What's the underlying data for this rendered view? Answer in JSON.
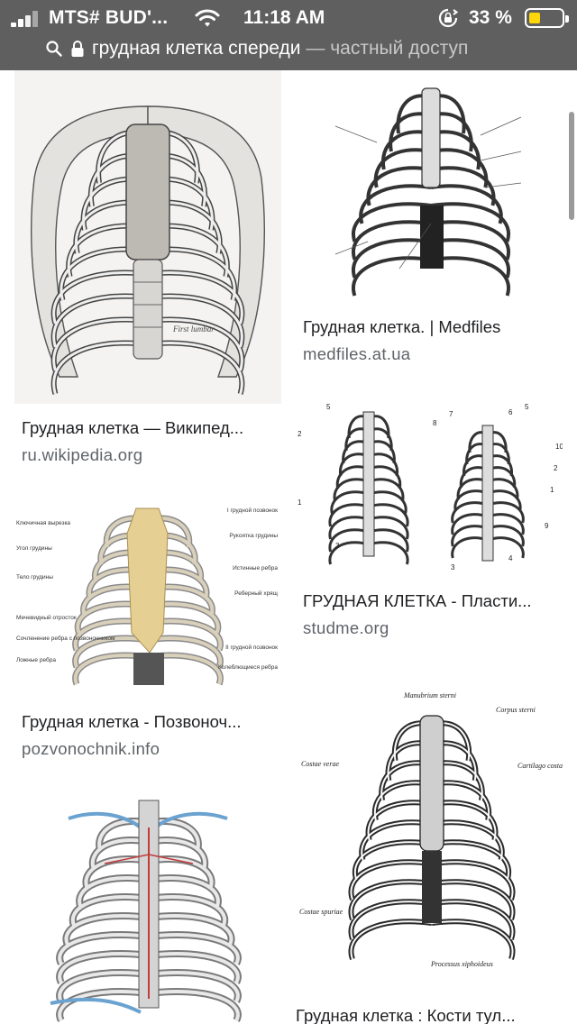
{
  "status_bar": {
    "carrier": "MTS# BUD'...",
    "time": "11:18 AM",
    "battery_percent": "33 %",
    "battery_level": 0.33,
    "icons": [
      "signal-icon",
      "wifi-icon",
      "rotation-lock-icon",
      "battery-icon"
    ]
  },
  "url_bar": {
    "query": "грудная клетка спереди",
    "separator": "—",
    "mode": "частный доступ",
    "icons": [
      "search-icon",
      "lock-icon"
    ]
  },
  "results": [
    {
      "title": "Грудная клетка — Википед...",
      "source": "ru.wikipedia.org",
      "image": "rib-cage-anterior-engraving"
    },
    {
      "title": "Грудная клетка. | Medfiles",
      "source": "medfiles.at.ua",
      "image": "rib-cage-labeled-drawing"
    },
    {
      "title": "ГРУДНАЯ КЛЕТКА - Пласти...",
      "source": "studme.org",
      "image": "rib-cage-front-and-back-numbered"
    },
    {
      "title": "Грудная клетка - Позвоноч...",
      "source": "pozvonochnik.info",
      "image": "rib-cage-colored-labeled"
    },
    {
      "title": "Грудная клетка : Кости тул...",
      "source": "",
      "image": "rib-cage-latin-labels"
    },
    {
      "title": "",
      "source": "",
      "image": "rib-cage-vessels-diagram"
    }
  ],
  "image_labels": {
    "first_lumbar": "First lumbar",
    "pozv": [
      "I грудной позвонок",
      "Рукоятка грудины",
      "Истинные ребра",
      "Реберный хрящ",
      "II грудной позвонок",
      "Колеблющиеся ребра",
      "Ключичная вырезка",
      "Угол грудины",
      "Тело грудины",
      "Мечевидный отросток",
      "Сочленение ребра с позвоночником",
      "Ложные ребра"
    ],
    "latin": [
      "Manubrium sterni",
      "Corpus sterni",
      "Costae verae",
      "Cartilago costalis",
      "Costae spuriae",
      "Processus xiphoideus"
    ],
    "studme_numbers": [
      "5",
      "2",
      "1",
      "3",
      "8",
      "7",
      "6",
      "5",
      "10",
      "2",
      "1",
      "9",
      "4",
      "3"
    ]
  },
  "colors": {
    "status_bar_bg": "#5f5f5f",
    "battery_fill": "#ffd60a",
    "domain_text": "#5f6368"
  }
}
